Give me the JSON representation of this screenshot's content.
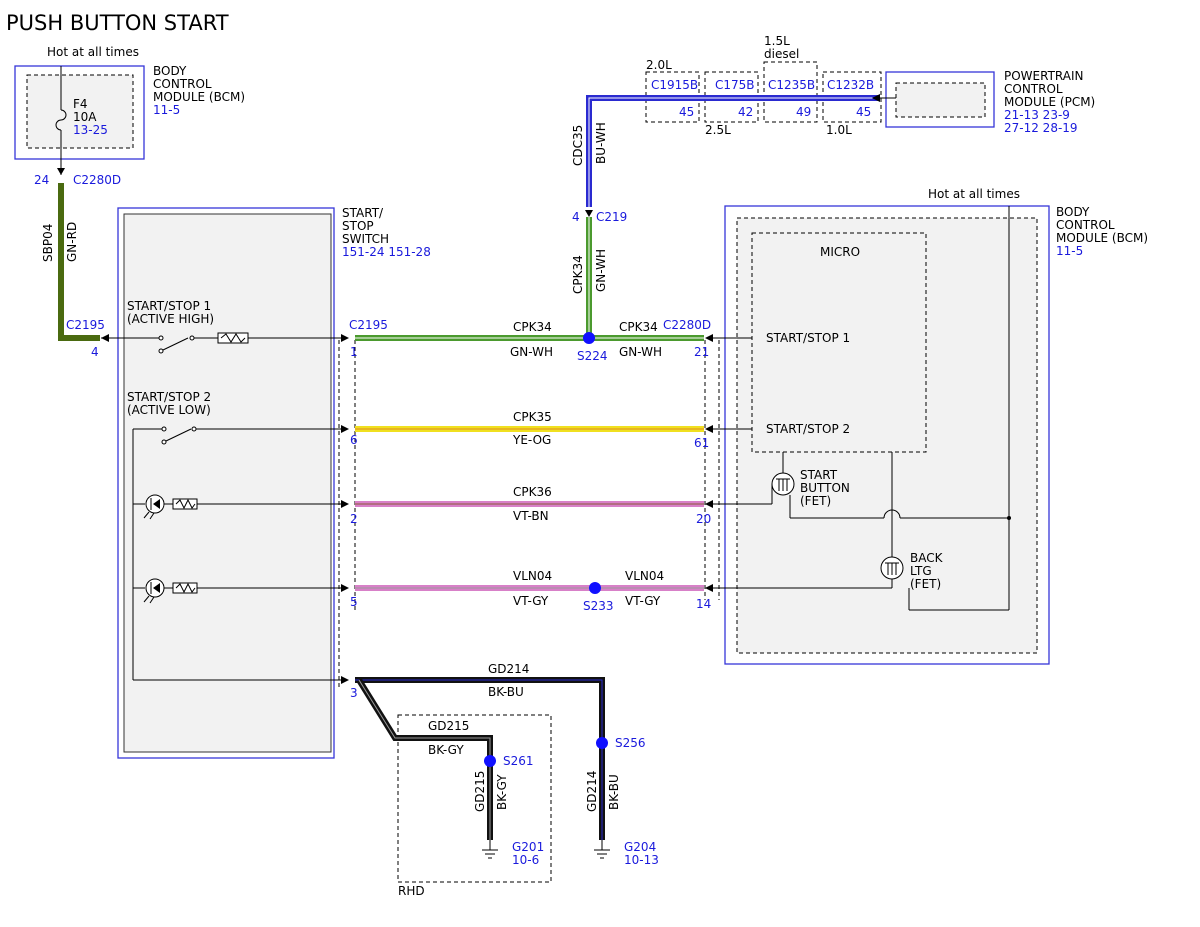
{
  "title": "PUSH BUTTON START",
  "colors": {
    "blue_text": "#1a1adc",
    "module_border": "#3535d8",
    "module_fill": "#f2f2f2",
    "splice_dot": "#1010ff",
    "wire_GN_RD": "#4a6a10",
    "wire_GN_WH": "#4b9a2e",
    "wire_BU_WH": "#2a2ad0",
    "wire_YE_OG": "#f0e020",
    "wire_VT": "#d880c8",
    "wire_BK": "#111111"
  },
  "bcm_top": {
    "hot_label": "Hot at all times",
    "name_lines": [
      "BODY",
      "CONTROL",
      "MODULE (BCM)"
    ],
    "ref": "11-5",
    "fuse_id": "F4",
    "fuse_rating": "10A",
    "fuse_ref": "13-25",
    "pin": "24",
    "connector": "C2280D"
  },
  "sbp04": {
    "circuit": "SBP04",
    "color": "GN-RD"
  },
  "switch": {
    "name_lines": [
      "START/",
      "STOP",
      "SWITCH"
    ],
    "refs": "151-24  151-28",
    "left_connector": "C2195",
    "left_pin": "4",
    "ss1_label_lines": [
      "START/STOP 1",
      "(ACTIVE HIGH)"
    ],
    "ss2_label_lines": [
      "START/STOP 2",
      "(ACTIVE LOW)"
    ],
    "connector": "C2195"
  },
  "pcm": {
    "name_lines": [
      "POWERTRAIN",
      "CONTROL",
      "MODULE (PCM)"
    ],
    "refs_line1": "21-13  23-9",
    "refs_line2": "27-12  28-19",
    "connectors": [
      {
        "name": "C1915B",
        "pin": "45",
        "engine": "2.0L"
      },
      {
        "name": "C175B",
        "pin": "42",
        "engine": "2.5L"
      },
      {
        "name": "C1235B",
        "pin": "49",
        "engine_lines": [
          "1.5L",
          "diesel"
        ]
      },
      {
        "name": "C1232B",
        "pin": "45",
        "engine": "1.0L"
      }
    ]
  },
  "cdc35": {
    "circuit": "CDC35",
    "color": "BU-WH",
    "pin": "4",
    "connector": "C219"
  },
  "cpk34_vertical": {
    "circuit": "CPK34",
    "color": "GN-WH"
  },
  "bcm_right": {
    "hot_label": "Hot at all times",
    "name_lines": [
      "BODY",
      "CONTROL",
      "MODULE (BCM)"
    ],
    "ref": "11-5",
    "micro": "MICRO",
    "ss1": "START/STOP 1",
    "ss2": "START/STOP 2",
    "fet1_lines": [
      "START",
      "BUTTON",
      "(FET)"
    ],
    "fet2_lines": [
      "BACK",
      "LTG",
      "(FET)"
    ],
    "connector": "C2280D"
  },
  "wires": [
    {
      "left_pin": "1",
      "left_circuit": "CPK34",
      "left_color": "GN-WH",
      "splice": "S224",
      "right_circuit": "CPK34",
      "right_color": "GN-WH",
      "right_pin": "21"
    },
    {
      "left_pin": "6",
      "circuit": "CPK35",
      "color": "YE-OG",
      "right_pin": "61"
    },
    {
      "left_pin": "2",
      "circuit": "CPK36",
      "color": "VT-BN",
      "right_pin": "20"
    },
    {
      "left_pin": "5",
      "left_circuit": "VLN04",
      "left_color": "VT-GY",
      "splice": "S233",
      "right_circuit": "VLN04",
      "right_color": "VT-GY",
      "right_pin": "14"
    }
  ],
  "ground": {
    "pin": "3",
    "gd214_circuit": "GD214",
    "gd214_color": "BK-BU",
    "gd215_circuit": "GD215",
    "gd215_color": "BK-GY",
    "s261": "S261",
    "s256": "S256",
    "g201": "G201",
    "g201_ref": "10-6",
    "g204": "G204",
    "g204_ref": "10-13",
    "rhd": "RHD"
  }
}
